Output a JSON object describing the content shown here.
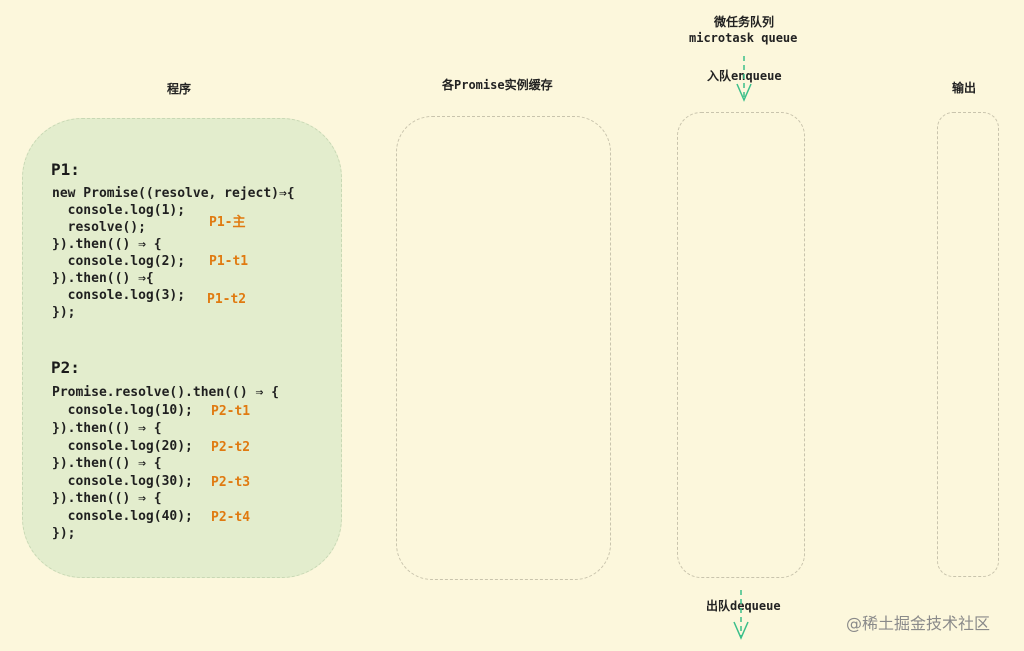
{
  "headers": {
    "program": "程序",
    "cache": "各Promise实例缓存",
    "microtask_cn": "微任务队列",
    "microtask_en": "microtask queue",
    "enqueue": "入队enqueue",
    "output": "输出",
    "dequeue": "出队dequeue"
  },
  "p1": {
    "title": "P1:",
    "lines": [
      "new Promise((resolve, reject)⇒{",
      "  console.log(1);",
      "  resolve();",
      "}).then(() ⇒ {",
      "  console.log(2);",
      "}).then(() ⇒{",
      "  console.log(3);",
      "});"
    ],
    "tags": [
      "P1-主",
      "P1-t1",
      "P1-t2"
    ]
  },
  "p2": {
    "title": "P2:",
    "lines": [
      "Promise.resolve().then(() ⇒ {",
      "  console.log(10);",
      "}).then(() ⇒ {",
      "  console.log(20);",
      "}).then(() ⇒ {",
      "  console.log(30);",
      "}).then(() ⇒ {",
      "  console.log(40);",
      "});"
    ],
    "tags": [
      "P2-t1",
      "P2-t2",
      "P2-t3",
      "P2-t4"
    ]
  },
  "watermark": "@稀土掘金技术社区",
  "colors": {
    "background": "#fcf7dc",
    "program_panel": "#e3edcd",
    "tag": "#e07a10",
    "arrow": "#3bbf8a"
  }
}
